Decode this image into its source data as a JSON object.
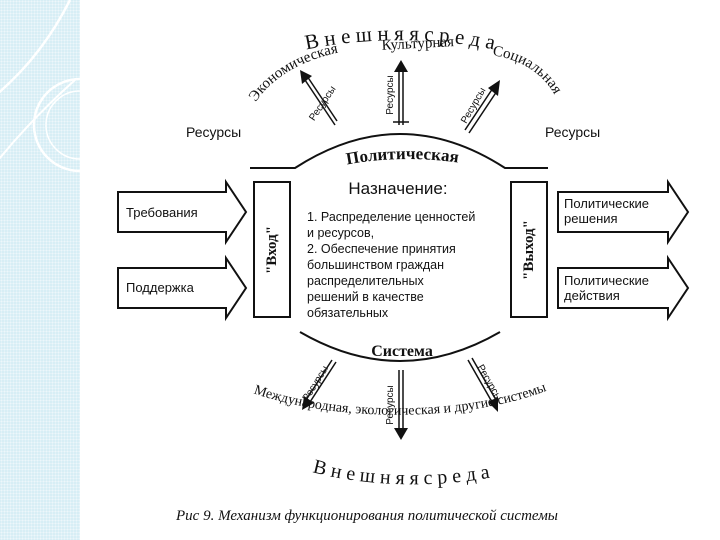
{
  "outer_env_top": "В н е ш н я я   с р е д а",
  "outer_env_bottom": "В н е ш н я я   с р е д а",
  "env_economic": "Экономическая",
  "env_cultural": "Культурная",
  "env_social": "Социальная",
  "env_international": "Международная, экологическая и другие системы",
  "resource_label": "Ресурсы",
  "resources_left": "Ресурсы",
  "resources_right": "Ресурсы",
  "arc_top": "Политическая",
  "arc_bottom": "Система",
  "input_box": "\"Вход\"",
  "output_box": "\"Выход\"",
  "inputs": [
    "Требования",
    "Поддержка"
  ],
  "outputs": [
    {
      "line1": "Политические",
      "line2": "решения"
    },
    {
      "line1": "Политические",
      "line2": "действия"
    }
  ],
  "purpose_title": "Назначение:",
  "purpose_lines": [
    "1. Распределение ценностей",
    "и ресурсов,",
    "2. Обеспечение принятия",
    "большинством граждан",
    "распределительных",
    "решений в качестве",
    "обязательных"
  ],
  "caption": "Рис 9. Механизм функционирования политической системы"
}
